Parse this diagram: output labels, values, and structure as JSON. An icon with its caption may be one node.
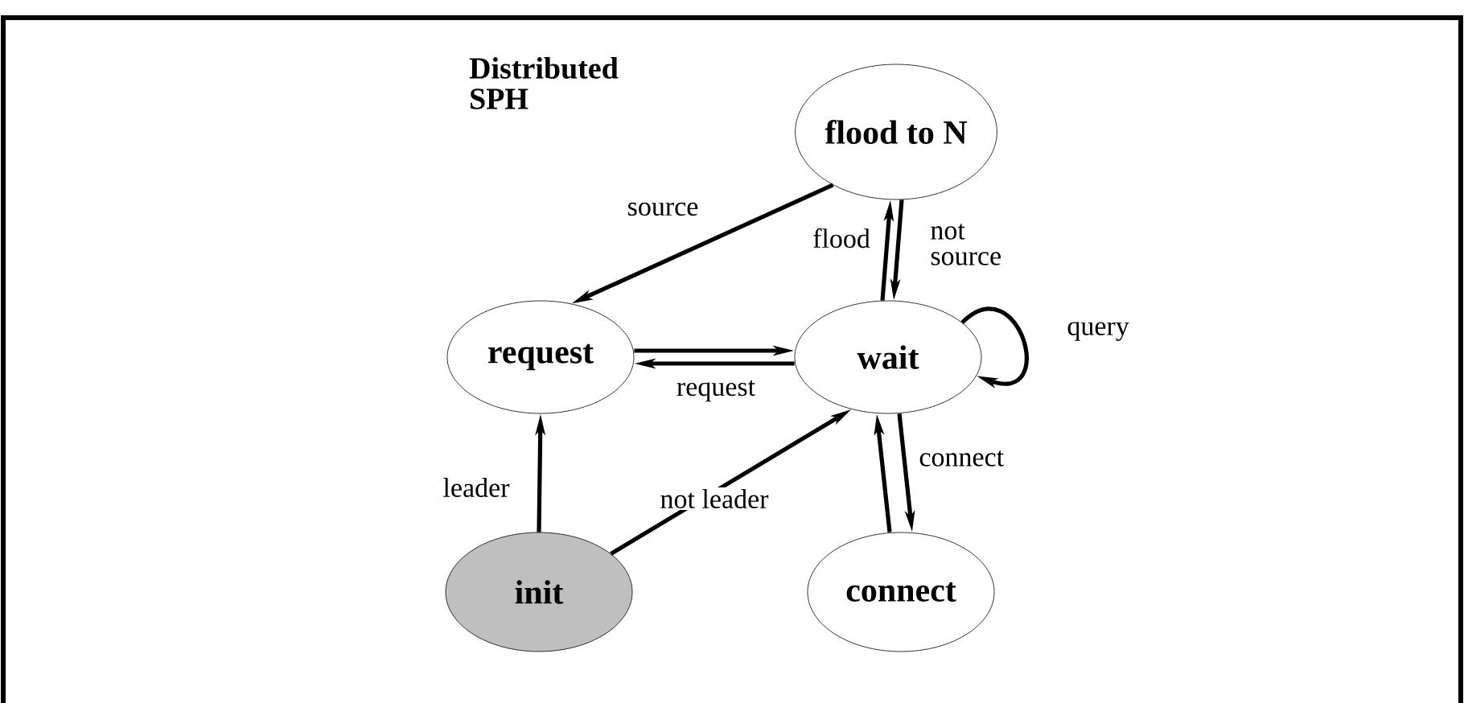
{
  "diagram": {
    "title": "Distributed SPH",
    "nodes": [
      {
        "text": [
          "flood to N"
        ]
      },
      {
        "text": [
          "request"
        ]
      },
      {
        "text": [
          "wait"
        ]
      },
      {
        "text": [
          "init"
        ]
      },
      {
        "text": [
          "connect"
        ]
      }
    ],
    "edges": [
      {
        "from": 0,
        "to": 1,
        "arrow": "to",
        "label": "source"
      },
      {
        "from": 2,
        "to": 0,
        "arrow": "to",
        "label": "flood"
      },
      {
        "from": 0,
        "to": 2,
        "arrow": "to",
        "label": "not source"
      },
      {
        "from": 2,
        "to": 2,
        "arrow": "to",
        "label": "query"
      },
      {
        "from": 1,
        "to": 2,
        "arrow": "to"
      },
      {
        "from": 2,
        "to": 1,
        "arrow": "to",
        "label": "request"
      },
      {
        "from": 3,
        "to": 1,
        "arrow": "to",
        "label": "leader"
      },
      {
        "from": 3,
        "to": 2,
        "arrow": "to",
        "label": "not leader"
      },
      {
        "from": 4,
        "to": 2,
        "arrow": "to"
      },
      {
        "from": 2,
        "to": 4,
        "arrow": "to",
        "label": "connect"
      }
    ]
  }
}
